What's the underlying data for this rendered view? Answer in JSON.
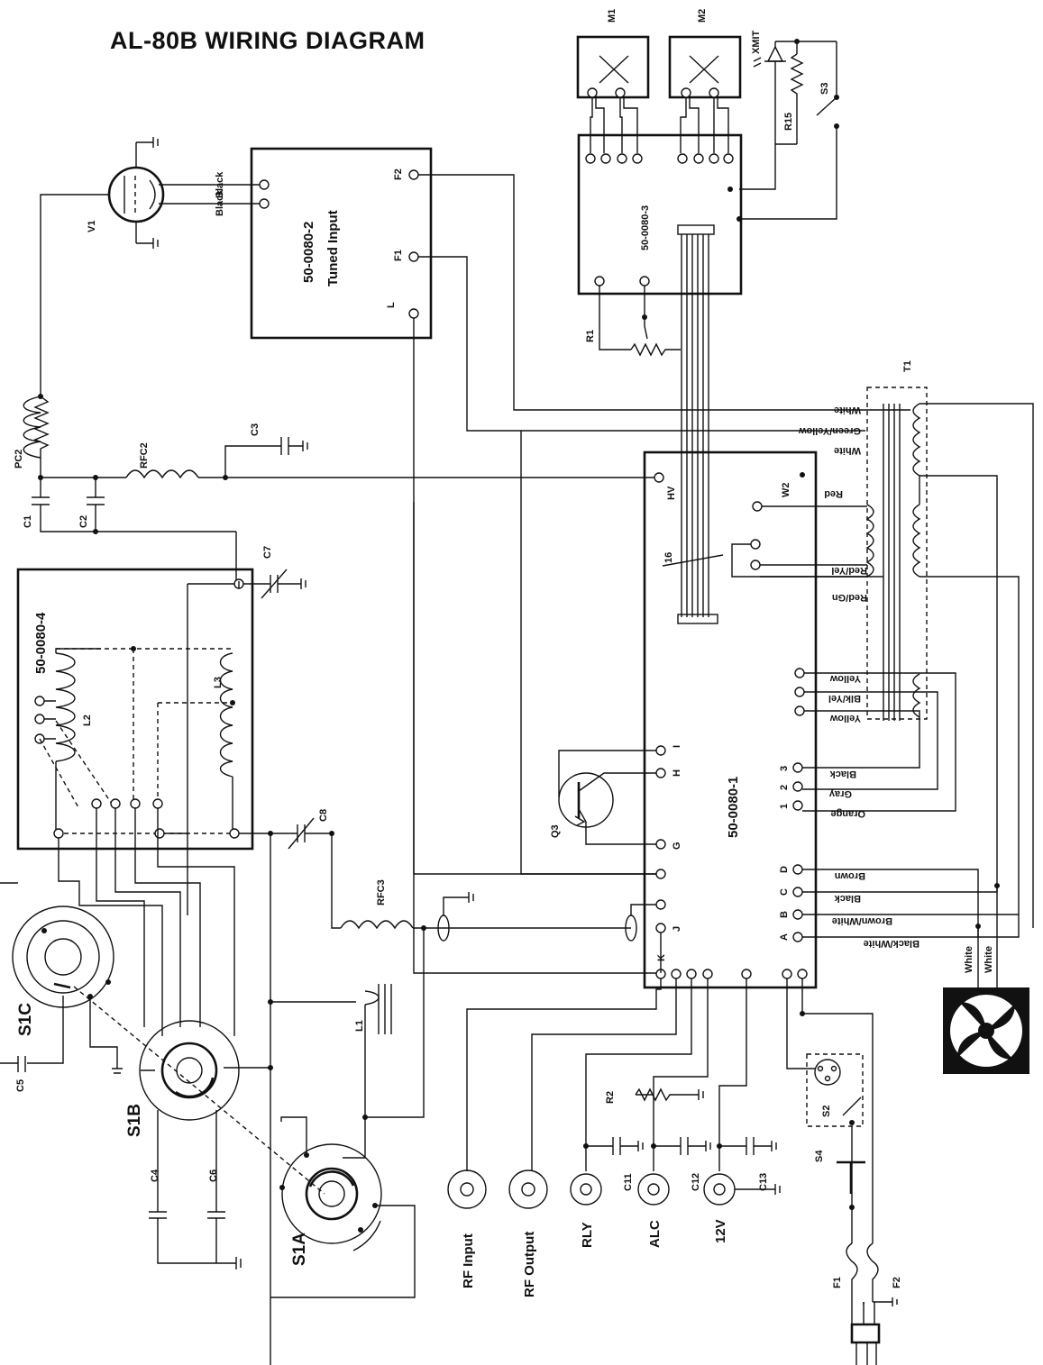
{
  "title": "AL-80B WIRING DIAGRAM",
  "boards": {
    "b1": "50-0080-1",
    "b2": "50-0080-2",
    "b2_sub": "Tuned Input",
    "b3": "50-0080-3",
    "b4": "50-0080-4"
  },
  "components": {
    "m1": "M1",
    "m2": "M2",
    "xmit": "XMIT",
    "r15": "R15",
    "s3": "S3",
    "v1": "V1",
    "pc2": "PC2",
    "rfc2": "RFC2",
    "c3": "C3",
    "c1": "C1",
    "c2": "C2",
    "c7": "C7",
    "r1": "R1",
    "t1": "T1",
    "l2": "L2",
    "l3": "L3",
    "c8": "C8",
    "rfc3": "RFC3",
    "q3": "Q3",
    "s1c": "S1C",
    "s1b": "S1B",
    "s1a": "S1A",
    "c5": "C5",
    "c4": "C4",
    "c6": "C6",
    "l1": "L1",
    "r2": "R2",
    "c11": "C11",
    "c12": "C12",
    "c13": "C13",
    "s2": "S2",
    "s4": "S4",
    "f1": "F1",
    "f2": "F2",
    "w2": "W2",
    "num16": "16"
  },
  "pins": {
    "b2_f2": "F2",
    "b2_f1": "F1",
    "b2_l": "L",
    "b1_hv": "HV",
    "b1_i": "I",
    "b1_h": "H",
    "b1_g": "G",
    "b1_j": "J",
    "b1_k": "K",
    "b1_3": "3",
    "b1_2": "2",
    "b1_1": "1",
    "b1_d": "D",
    "b1_c": "C",
    "b1_b": "B",
    "b1_a": "A"
  },
  "wires": {
    "black1": "Black",
    "black2": "Black",
    "white1": "White",
    "green_yellow": "Green/Yellow",
    "white2": "White",
    "red": "Red",
    "red_yel": "Red/Yel",
    "red_gn": "Red/Gn",
    "yellow1": "Yellow",
    "blk_yel": "Blk/Yel",
    "yellow2": "Yellow",
    "black3": "Black",
    "gray": "Gray",
    "orange": "Orange",
    "brown": "Brown",
    "black4": "Black",
    "brown_white": "Brown/White",
    "black_white": "Black/White",
    "fan_white1": "White",
    "fan_white2": "White"
  },
  "jacks": {
    "rf_input": "RF Input",
    "rf_output": "RF Output",
    "rly": "RLY",
    "alc": "ALC",
    "v12": "12V"
  }
}
